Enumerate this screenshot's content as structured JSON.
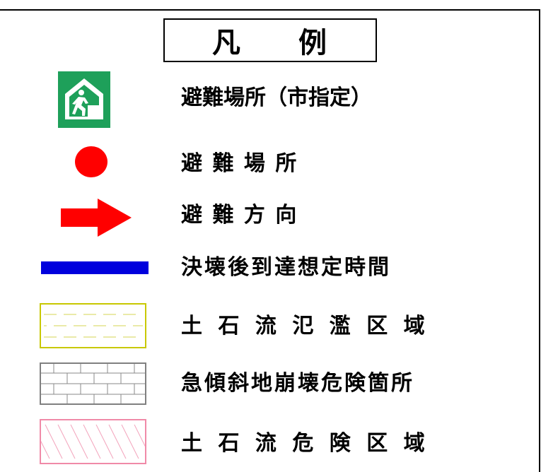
{
  "legend": {
    "title": [
      "凡",
      "例"
    ],
    "items": [
      {
        "label": "避難場所（市指定）",
        "icon": "evacuation-site-pictogram-icon",
        "color": "#1ea05a"
      },
      {
        "label": "避 難 場 所",
        "icon": "red-dot-icon",
        "color": "#ff0000"
      },
      {
        "label": "避 難 方 向",
        "icon": "red-arrow-icon",
        "color": "#ff0000"
      },
      {
        "label": "決壊後到達想定時間",
        "icon": "blue-bar-icon",
        "color": "#0000dd"
      },
      {
        "label": "土 石 流 氾 濫 区 域",
        "icon": "yellow-dashed-area-icon",
        "color": "#c8c800"
      },
      {
        "label": "急傾斜地崩壊危険箇所",
        "icon": "gray-grid-area-icon",
        "color": "#808080"
      },
      {
        "label": "土 石 流 危 険 区 域",
        "icon": "pink-hatched-area-icon",
        "color": "#f08aa8"
      }
    ]
  }
}
